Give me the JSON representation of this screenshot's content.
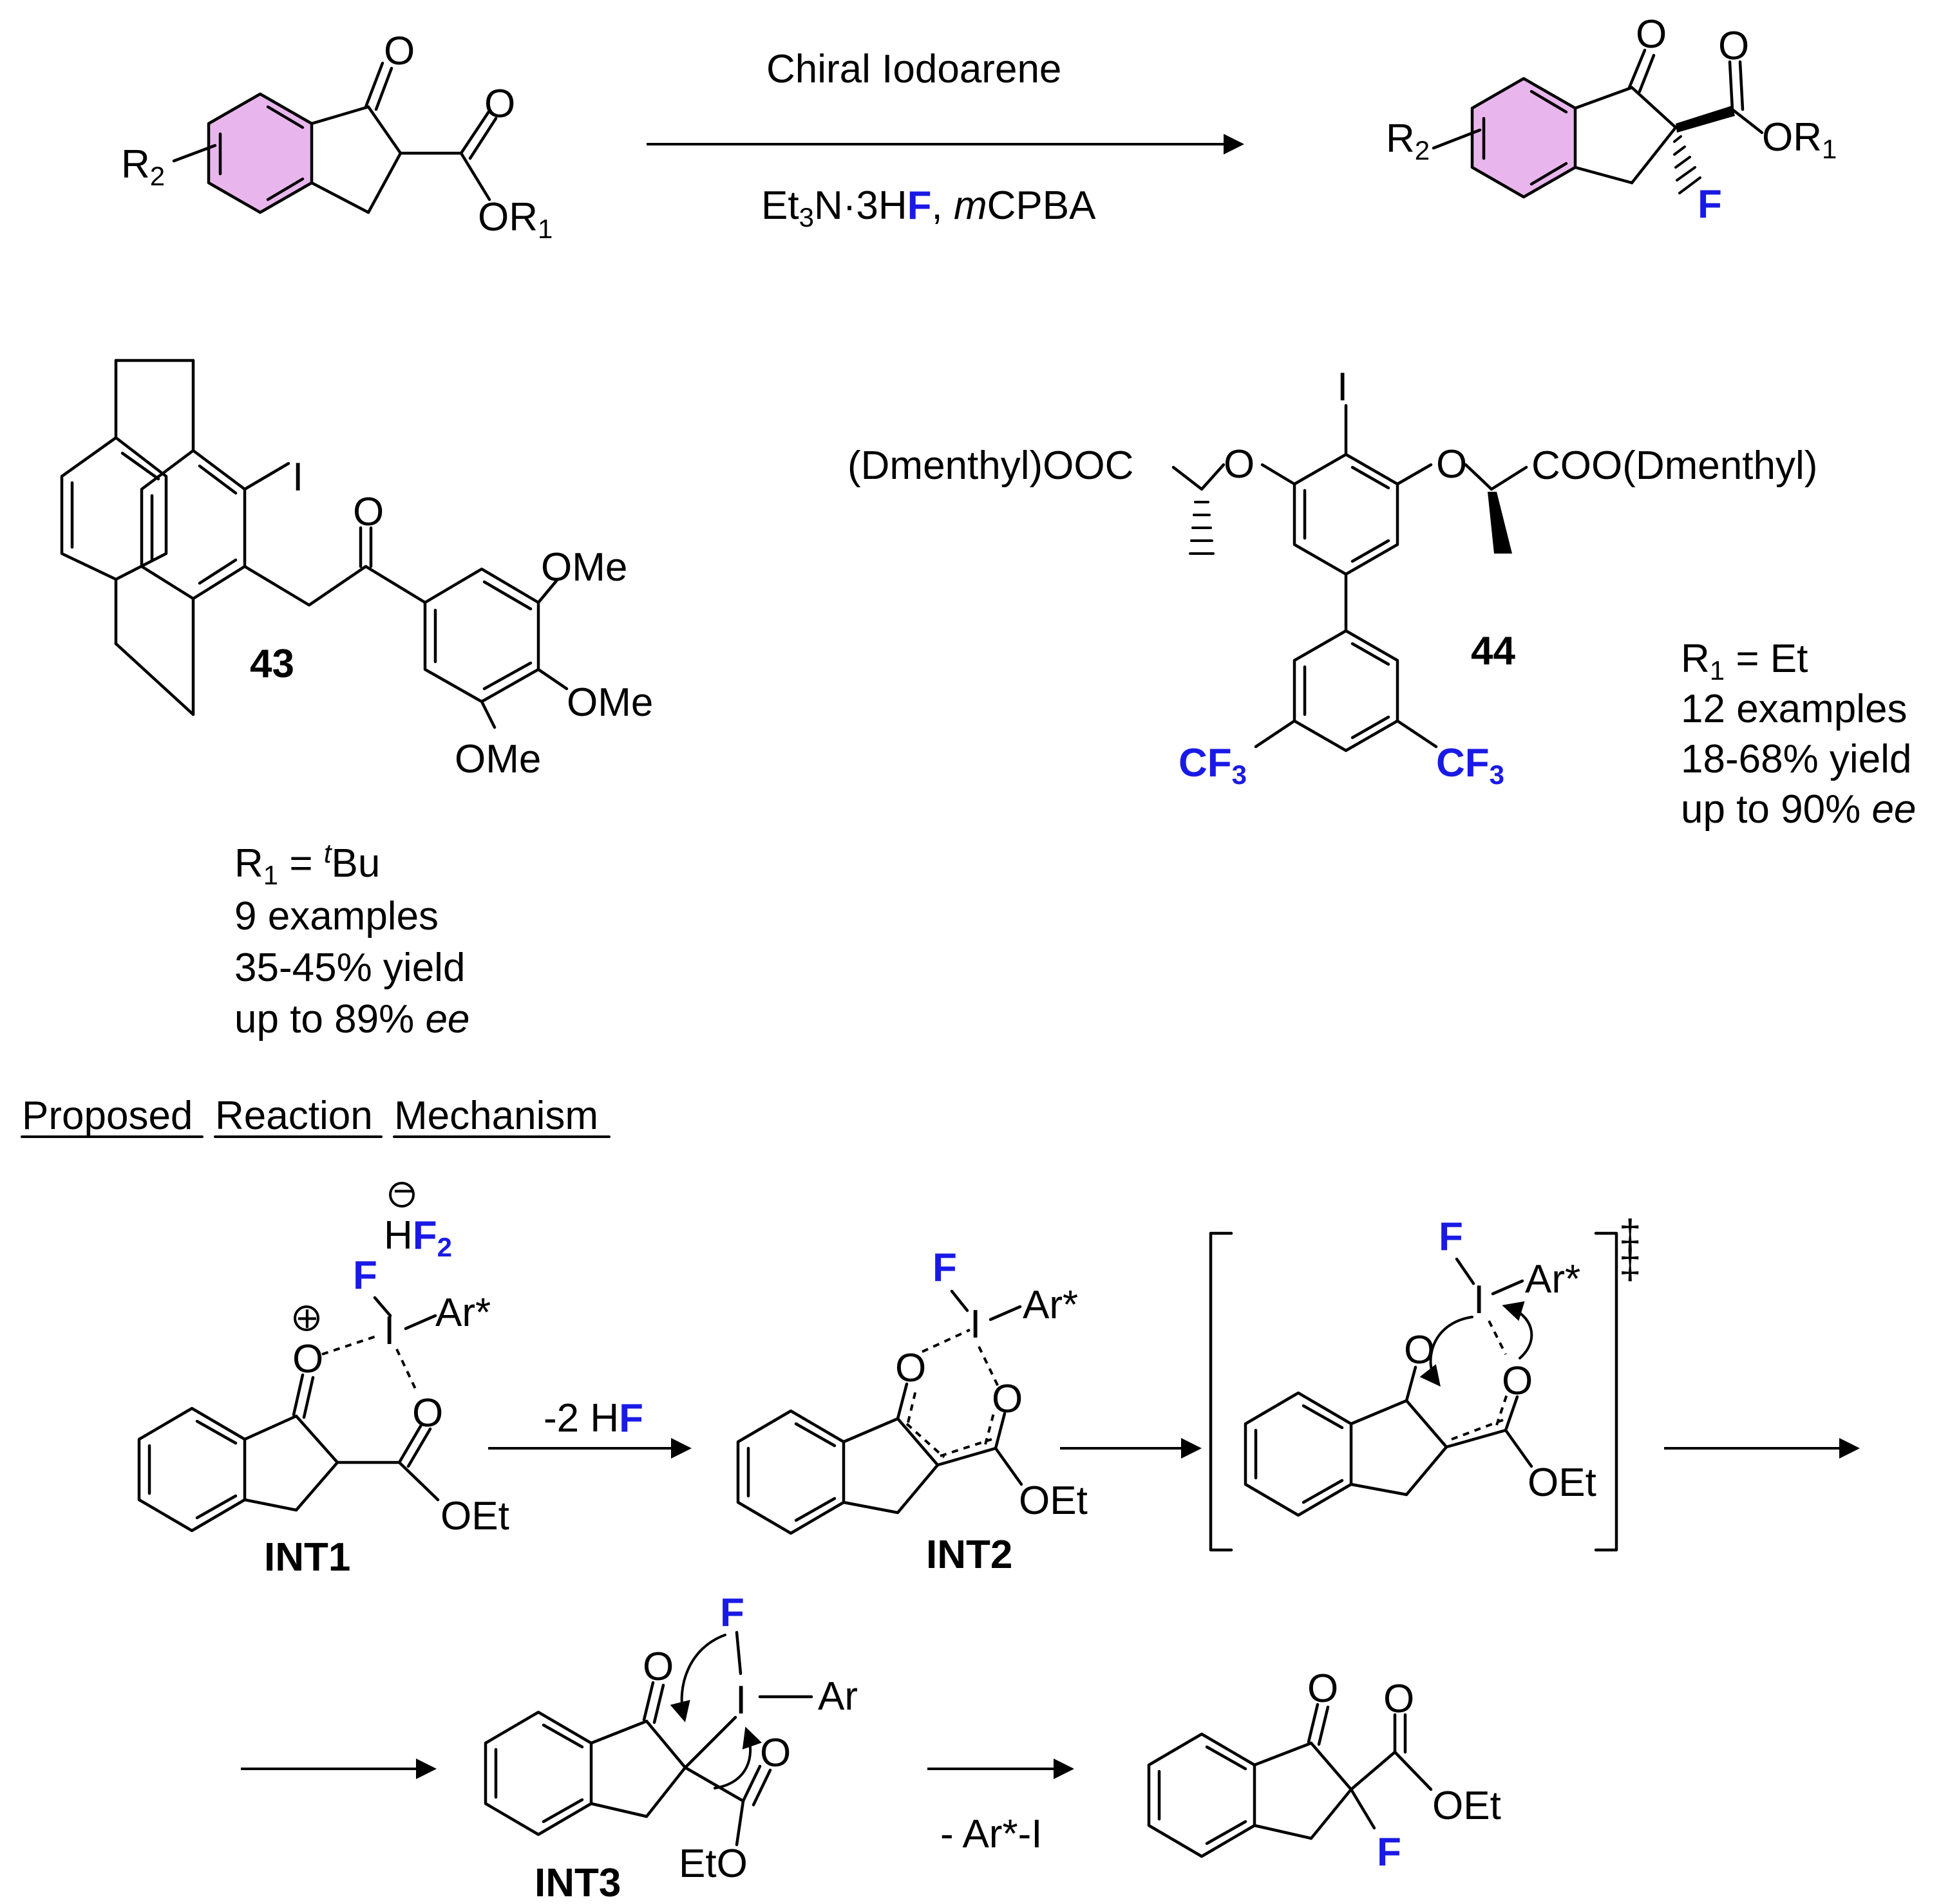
{
  "reaction": {
    "reagent_top": "Chiral Iodoarene",
    "reagent_bottom_a": "Et",
    "reagent_bottom_sub": "3",
    "reagent_bottom_b": "N·3H",
    "reagent_bottom_F": "F",
    "reagent_bottom_c": ", ",
    "reagent_bottom_m": "m",
    "reagent_bottom_d": "CPBA"
  },
  "substrate": {
    "R2": "R",
    "R2_sub": "2",
    "O_ketone": "O",
    "O_ester": "O",
    "OR1": "OR",
    "OR1_sub": "1"
  },
  "product": {
    "R2": "R",
    "R2_sub": "2",
    "O_ketone": "O",
    "O_ester": "O",
    "OR1": "OR",
    "OR1_sub": "1",
    "F": "F"
  },
  "catalyst43": {
    "I": "I",
    "O": "O",
    "OMe1": "OMe",
    "OMe2": "OMe",
    "OMe3": "OMe",
    "label": "43",
    "r1": "R",
    "r1_sub": "1",
    "r1_eq": " = ",
    "r1_sup": "t",
    "r1_val": "Bu",
    "examples": "9 examples",
    "yield": "35-45% yield",
    "ee_a": "up to 89% ",
    "ee_b": "ee"
  },
  "catalyst44": {
    "I": "I",
    "left_group": "(Dmenthyl)OOC",
    "right_group": "COO(Dmenthyl)",
    "O_left": "O",
    "O_right": "O",
    "CF3_left": "CF",
    "CF3_right": "CF",
    "sub3": "3",
    "label": "44",
    "r1": "R",
    "r1_sub": "1",
    "r1_eq": " = Et",
    "examples": "12 examples",
    "yield": "18-68% yield",
    "ee_a": "up to 90% ",
    "ee_b": "ee"
  },
  "mechanism": {
    "heading_1": "Proposed",
    "heading_2": "Reaction",
    "heading_3": "Mechanism",
    "int1": {
      "label": "INT1",
      "H": "H",
      "F2": "F",
      "F2_sub": "2",
      "minus": "−",
      "plus": "+",
      "F": "F",
      "I": "I",
      "Ar": "Ar*",
      "O1": "O",
      "O2": "O",
      "OEt": "OEt"
    },
    "step1": "-2 H",
    "step1_F": "F",
    "int2": {
      "label": "INT2",
      "F": "F",
      "I": "I",
      "Ar": "Ar*",
      "O1": "O",
      "O2": "O",
      "OEt": "OEt"
    },
    "ts": {
      "F": "F",
      "I": "I",
      "Ar": "Ar*",
      "O1": "O",
      "O2": "O",
      "OEt": "OEt",
      "dagger": "‡"
    },
    "int3": {
      "label": "INT3",
      "F": "F",
      "I": "I",
      "Ar": "Ar",
      "O1": "O",
      "O2": "O",
      "EtO": "EtO"
    },
    "step_last": "- Ar*-I",
    "final": {
      "O1": "O",
      "O2": "O",
      "OEt": "OEt",
      "F": "F"
    }
  }
}
